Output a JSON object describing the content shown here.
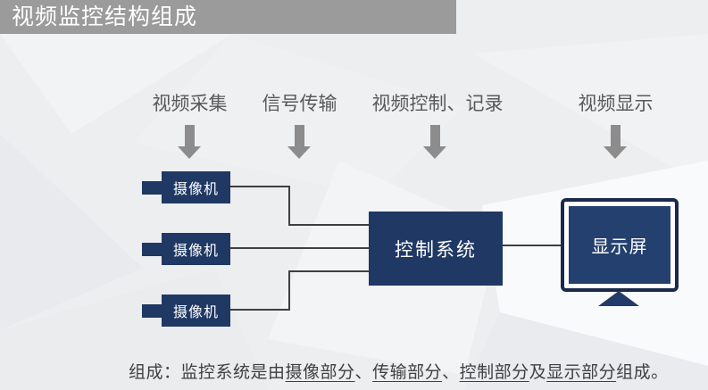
{
  "slide": {
    "title": "视频监控结构组成",
    "stage_labels": [
      "视频采集",
      "信号传输",
      "视频控制、记录",
      "视频显示"
    ],
    "camera_boxes": [
      "摄像机",
      "摄像机",
      "摄像机"
    ],
    "control_box_label": "控制系统",
    "display_box_label": "显示屏",
    "caption": {
      "prefix": "组成：",
      "lead": "监控系统是由",
      "part1": "摄像部分",
      "sep1": "、",
      "part2": "传输部分",
      "sep2": "、",
      "part3": "控制部分",
      "conj": "及",
      "part4": "显示部分",
      "suffix": "组成。"
    },
    "colors": {
      "navy": "#1F3864",
      "screen_navy": "#24406E",
      "monitor_frame": "#1B2A4A",
      "title_bar_gray": "#9B9B9B",
      "arrow_gray": "#8C8C8C",
      "label_gray": "#595959",
      "caption_gray": "#3F3F3F",
      "background": "#EDEEF0"
    }
  }
}
